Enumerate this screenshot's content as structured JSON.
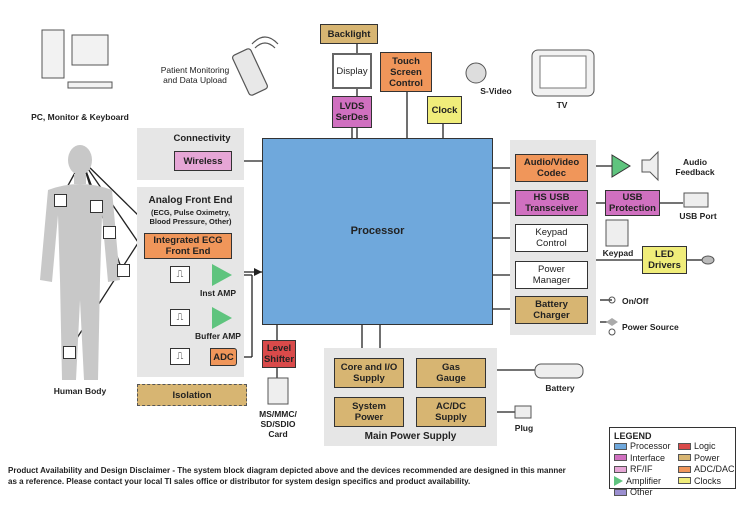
{
  "blocks": {
    "processor": "Processor",
    "backlight": "Backlight",
    "display": "Display",
    "touch": "Touch\nScreen\nControl",
    "lvds": "LVDS\nSerDes",
    "clock": "Clock",
    "connectivity": "Connectivity",
    "wireless": "Wireless",
    "afe_title": "Analog Front End",
    "afe_sub": "(ECG, Pulse Oximetry,\nBlood Pressure, Other)",
    "integrated_ecg": "Integrated ECG\nFront End",
    "inst_amp": "Inst AMP",
    "buffer_amp": "Buffer AMP",
    "adc": "ADC",
    "isolation": "Isolation",
    "level_shifter": "Level\nShifter",
    "audio_codec": "Audio/Video\nCodec",
    "hs_usb": "HS USB\nTransceiver",
    "usb_protection": "USB\nProtection",
    "keypad_control": "Keypad\nControl",
    "power_manager": "Power\nManager",
    "battery_charger": "Battery\nCharger",
    "led_drivers": "LED\nDrivers",
    "core_io": "Core and I/O\nSupply",
    "gas_gauge": "Gas\nGauge",
    "system_power": "System\nPower",
    "acdc": "AC/DC\nSupply",
    "main_power": "Main Power Supply"
  },
  "labels": {
    "pc": "PC, Monitor & Keyboard",
    "patient": "Patient Monitoring\nand Data Upload",
    "svideo": "S-Video",
    "tv": "TV",
    "audio_feedback": "Audio\nFeedback",
    "usb_port": "USB Port",
    "keypad": "Keypad",
    "onoff": "On/Off",
    "power_source": "Power Source",
    "battery": "Battery",
    "plug": "Plug",
    "human_body": "Human Body",
    "card": "MS/MMC/\nSD/SDIO\nCard"
  },
  "legend": {
    "title": "LEGEND",
    "items": [
      {
        "label": "Processor",
        "color": "#6fa8dc"
      },
      {
        "label": "Logic",
        "color": "#d94a4a"
      },
      {
        "label": "Interface",
        "color": "#d070c0"
      },
      {
        "label": "Power",
        "color": "#d7b572"
      },
      {
        "label": "RF/IF",
        "color": "#e6a6d6"
      },
      {
        "label": "ADC/DAC",
        "color": "#f0965a"
      },
      {
        "label": "Amplifier",
        "color": "#5fc47e"
      },
      {
        "label": "Clocks",
        "color": "#f0ed7a"
      },
      {
        "label": "Other",
        "color": "#9b8fd0"
      }
    ]
  },
  "disclaimer": "Product Availability and Design Disclaimer - The system block diagram depicted above and the devices recommended  are designed in this manner\nas a reference. Please contact your local TI sales office or distributor for system design specifics and product availability."
}
